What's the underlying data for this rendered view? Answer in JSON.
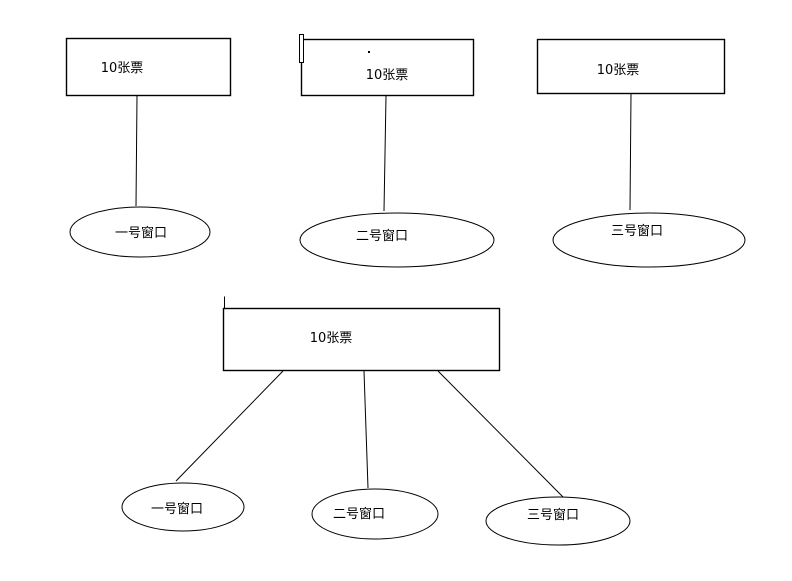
{
  "colors": {
    "background": "#ffffff",
    "stroke": "#000000",
    "text": "#000000"
  },
  "diagram": {
    "description_semantics": {
      "ticket_box": "rectangle node",
      "window": "ellipse node"
    },
    "top_pairs": [
      {
        "ticket": "10张票",
        "window": "一号窗口"
      },
      {
        "ticket": "10张票",
        "window": "二号窗口"
      },
      {
        "ticket": "10张票",
        "window": "三号窗口"
      }
    ],
    "bottom": {
      "ticket": "10张票",
      "windows": [
        {
          "label": "一号窗口"
        },
        {
          "label": "二号窗口"
        },
        {
          "label": "三号窗口"
        }
      ]
    }
  }
}
